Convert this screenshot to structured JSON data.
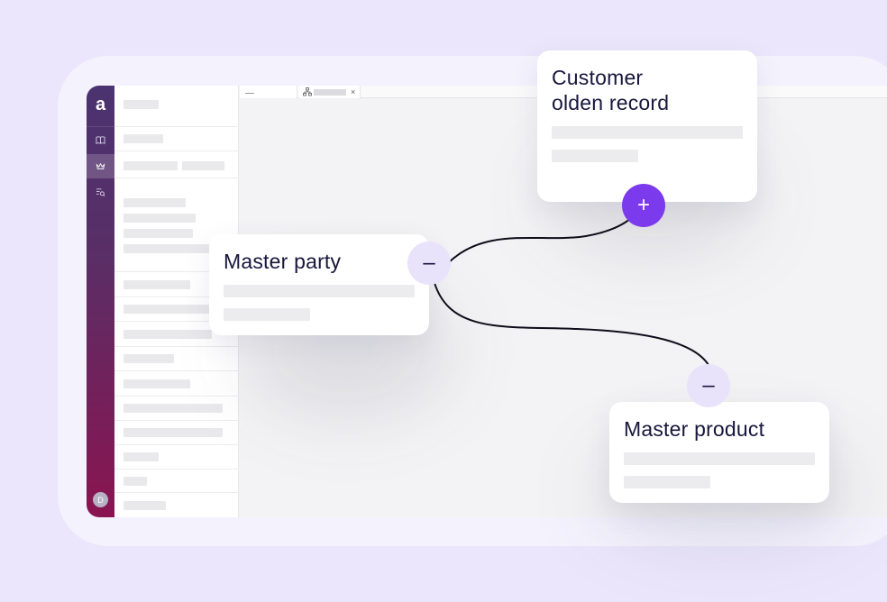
{
  "app": {
    "logo_letter": "a",
    "avatar_initial": "D",
    "tab_close_glyph": "×"
  },
  "rail": {
    "items": [
      {
        "icon": "book-icon",
        "active": false
      },
      {
        "icon": "crown-icon",
        "active": true
      },
      {
        "icon": "search-list-icon",
        "active": false
      }
    ]
  },
  "cards": {
    "golden": {
      "title": "Customer\nolden record"
    },
    "party": {
      "title": "Master party"
    },
    "product": {
      "title": "Master product"
    }
  },
  "nodes": {
    "golden_toggle": "+",
    "party_toggle": "–",
    "product_toggle": "–"
  },
  "colors": {
    "background": "#ebe6fb",
    "accent": "#7c3aed",
    "node_light": "#e8e2fb",
    "title_text": "#17163d"
  }
}
